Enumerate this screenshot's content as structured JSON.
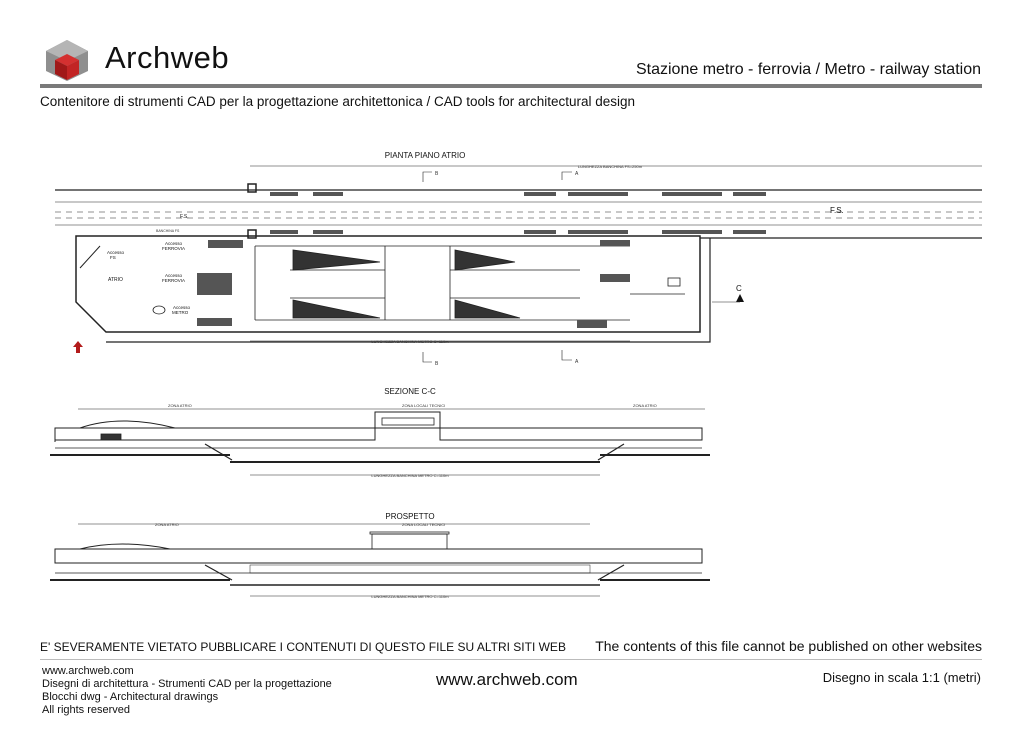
{
  "header": {
    "brand": "Archweb",
    "title": "Stazione metro - ferrovia  /  Metro - railway station",
    "subtitle": "Contenitore di strumenti CAD per la progettazione architettonica  /  CAD tools for architectural design"
  },
  "drawing": {
    "plan_title": "PIANTA PIANO ATRIO",
    "fs_length": "LUNGHEZZA BANCHINA FS=250m",
    "metro_length": "LUNGHEZZA BANCHINA METRO C=110m",
    "fs_label": "F.S.",
    "banchina_fs": "BANCHINA FS",
    "atrio": "ATRIO",
    "accesso_fs": [
      "Accesso",
      "FS"
    ],
    "accesso_ferrovia": [
      "Accesso",
      "FERROVIA"
    ],
    "accesso_metro": [
      "Accesso",
      "METRO"
    ],
    "section_marker_c": "C",
    "section_marker_a": "A",
    "section_marker_b": "B",
    "section_title": "SEZIONE C-C",
    "zona_atrio": "ZONA ATRIO",
    "zona_locali": "ZONA LOCALI TECNICI",
    "elevation_title": "PROSPETTO"
  },
  "footer": {
    "warning_it": "E' SEVERAMENTE VIETATO PUBBLICARE I CONTENUTI DI QUESTO FILE SU ALTRI SITI WEB",
    "warning_en": "The contents of this file cannot be published on other websites",
    "lines": [
      "www.archweb.com",
      "Disegni di architettura - Strumenti CAD  per la progettazione",
      "Blocchi dwg - Architectural drawings",
      "All rights reserved"
    ],
    "site": "www.archweb.com",
    "scale": "Disegno in scala 1:1 (metri)"
  },
  "colors": {
    "logo_red": "#b31b1b",
    "logo_gray": "#8a8a8a",
    "rule": "#7a7a7a"
  }
}
